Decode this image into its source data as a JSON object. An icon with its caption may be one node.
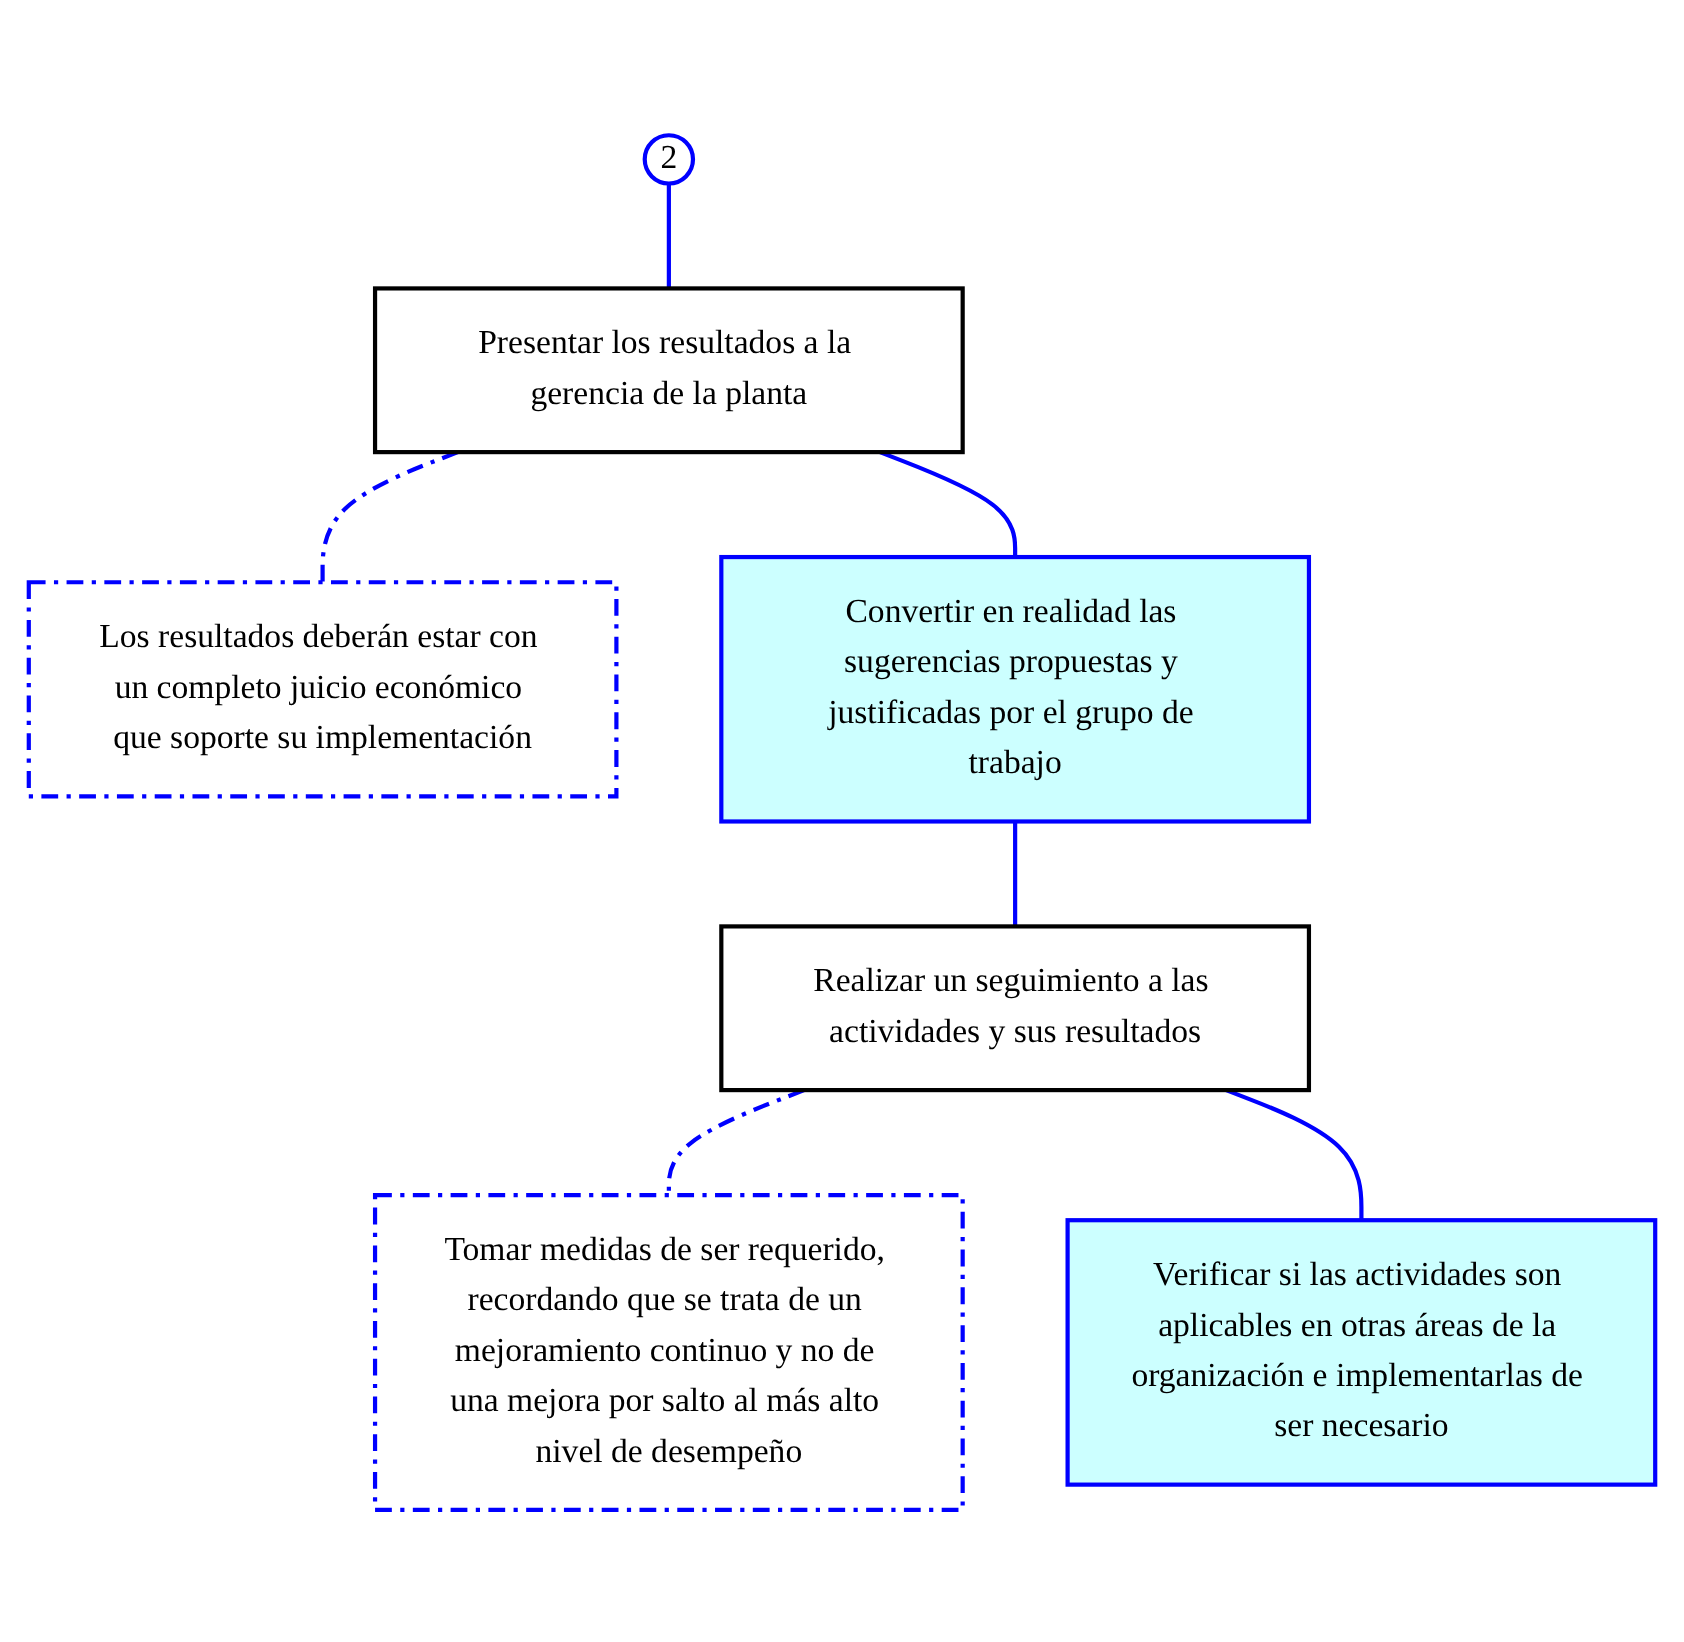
{
  "diagram": {
    "nodes": [
      {
        "text": [
          "2"
        ]
      },
      {
        "text": [
          "Presentar los resultados a la gerencia de la planta"
        ]
      },
      {
        "text": [
          "Los resultados deberán estar con un completo juicio económico que soporte su implementación"
        ]
      },
      {
        "text": [
          "Convertir en realidad las sugerencias propuestas y justificadas por el grupo de trabajo"
        ]
      },
      {
        "text": [
          "Realizar un seguimiento a las actividades y sus resultados"
        ]
      },
      {
        "text": [
          "Tomar medidas de ser requerido, recordando que se trata de un mejoramiento continuo y no de una mejora por salto al más alto nivel de desempeño"
        ]
      },
      {
        "text": [
          "Verificar si las actividades son aplicables en otras áreas de la organización e implementarlas de ser necesario"
        ]
      }
    ],
    "edges": [
      {
        "from": 0,
        "to": 1,
        "arrow": "none"
      },
      {
        "from": 1,
        "to": 2,
        "arrow": "none",
        "style": "dashed"
      },
      {
        "from": 1,
        "to": 3,
        "arrow": "none"
      },
      {
        "from": 3,
        "to": 4,
        "arrow": "none"
      },
      {
        "from": 4,
        "to": 5,
        "arrow": "none",
        "style": "dashed"
      },
      {
        "from": 4,
        "to": 6,
        "arrow": "none"
      }
    ]
  }
}
